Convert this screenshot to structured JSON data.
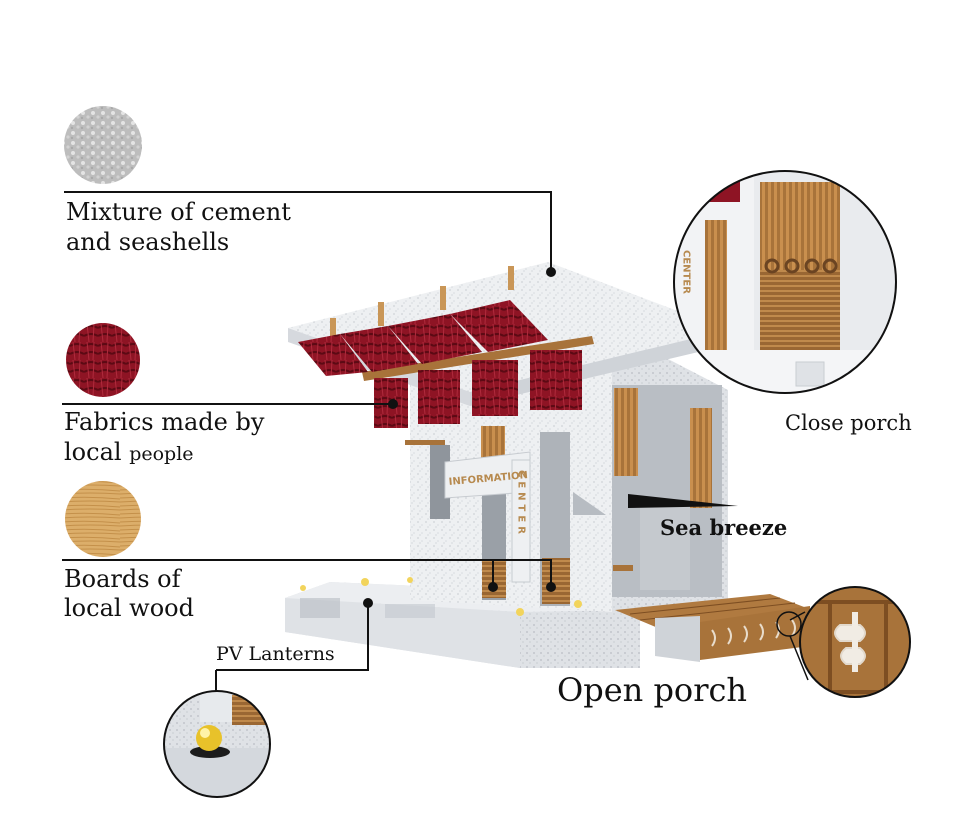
{
  "labels": {
    "cement_line1": "Mixture of cement",
    "cement_line2": "and seashells",
    "fabrics_line1": "Fabrics made by",
    "fabrics_line2_a": "local",
    "fabrics_line2_b": "people",
    "wood_line1": "Boards of",
    "wood_line2": "local wood",
    "pv_lanterns": "PV Lanterns",
    "close_porch": "Close porch",
    "sea_breeze": "Sea breeze",
    "open_porch": "Open porch",
    "sign_information": "INFORMATION",
    "sign_center": "CENTER"
  },
  "colors": {
    "cement": "#c9c9c9",
    "fabric": "#8e1424",
    "wood": "#d9a860",
    "leader": "#111111"
  },
  "icons": [
    "cement-swatch",
    "fabric-swatch",
    "wood-swatch",
    "lantern-detail",
    "close-porch-detail",
    "lattice-detail"
  ]
}
